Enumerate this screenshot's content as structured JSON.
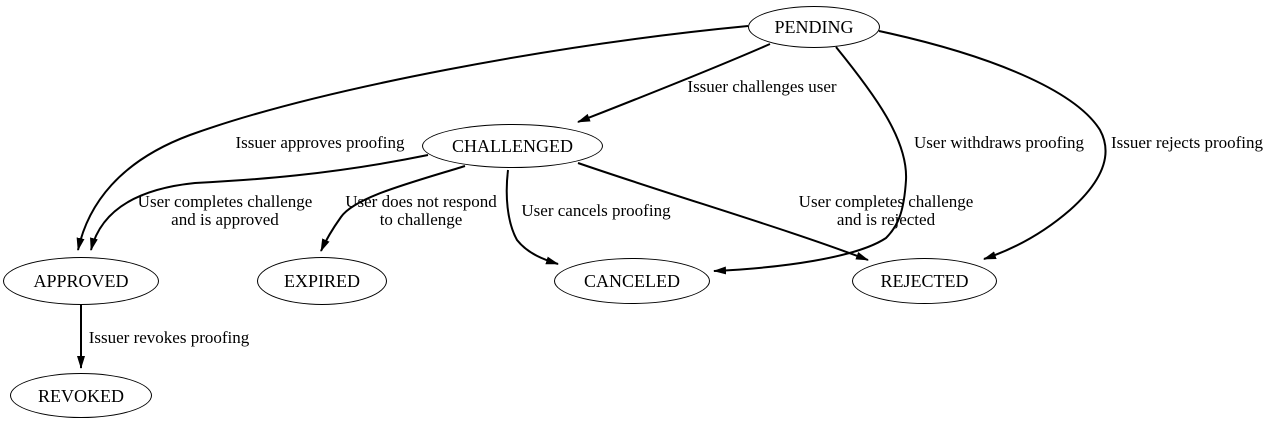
{
  "diagram": {
    "background_color": "#ffffff",
    "line_color": "#000000",
    "nodes": [
      {
        "id": "pending",
        "label": "PENDING"
      },
      {
        "id": "challenged",
        "label": "CHALLENGED"
      },
      {
        "id": "approved",
        "label": "APPROVED"
      },
      {
        "id": "expired",
        "label": "EXPIRED"
      },
      {
        "id": "canceled",
        "label": "CANCELED"
      },
      {
        "id": "rejected",
        "label": "REJECTED"
      },
      {
        "id": "revoked",
        "label": "REVOKED"
      }
    ],
    "edges": [
      {
        "from": "PENDING",
        "to": "CHALLENGED",
        "label": "Issuer challenges user"
      },
      {
        "from": "PENDING",
        "to": "APPROVED",
        "label": "Issuer approves proofing"
      },
      {
        "from": "PENDING",
        "to": "CANCELED",
        "label": "User withdraws proofing"
      },
      {
        "from": "PENDING",
        "to": "REJECTED",
        "label": "Issuer rejects proofing"
      },
      {
        "from": "CHALLENGED",
        "to": "APPROVED",
        "label": "User completes challenge\nand is approved"
      },
      {
        "from": "CHALLENGED",
        "to": "EXPIRED",
        "label": "User does not respond\nto challenge"
      },
      {
        "from": "CHALLENGED",
        "to": "CANCELED",
        "label": "User cancels proofing"
      },
      {
        "from": "CHALLENGED",
        "to": "REJECTED",
        "label": "User completes challenge\nand is rejected"
      },
      {
        "from": "APPROVED",
        "to": "REVOKED",
        "label": "Issuer revokes proofing"
      }
    ]
  }
}
